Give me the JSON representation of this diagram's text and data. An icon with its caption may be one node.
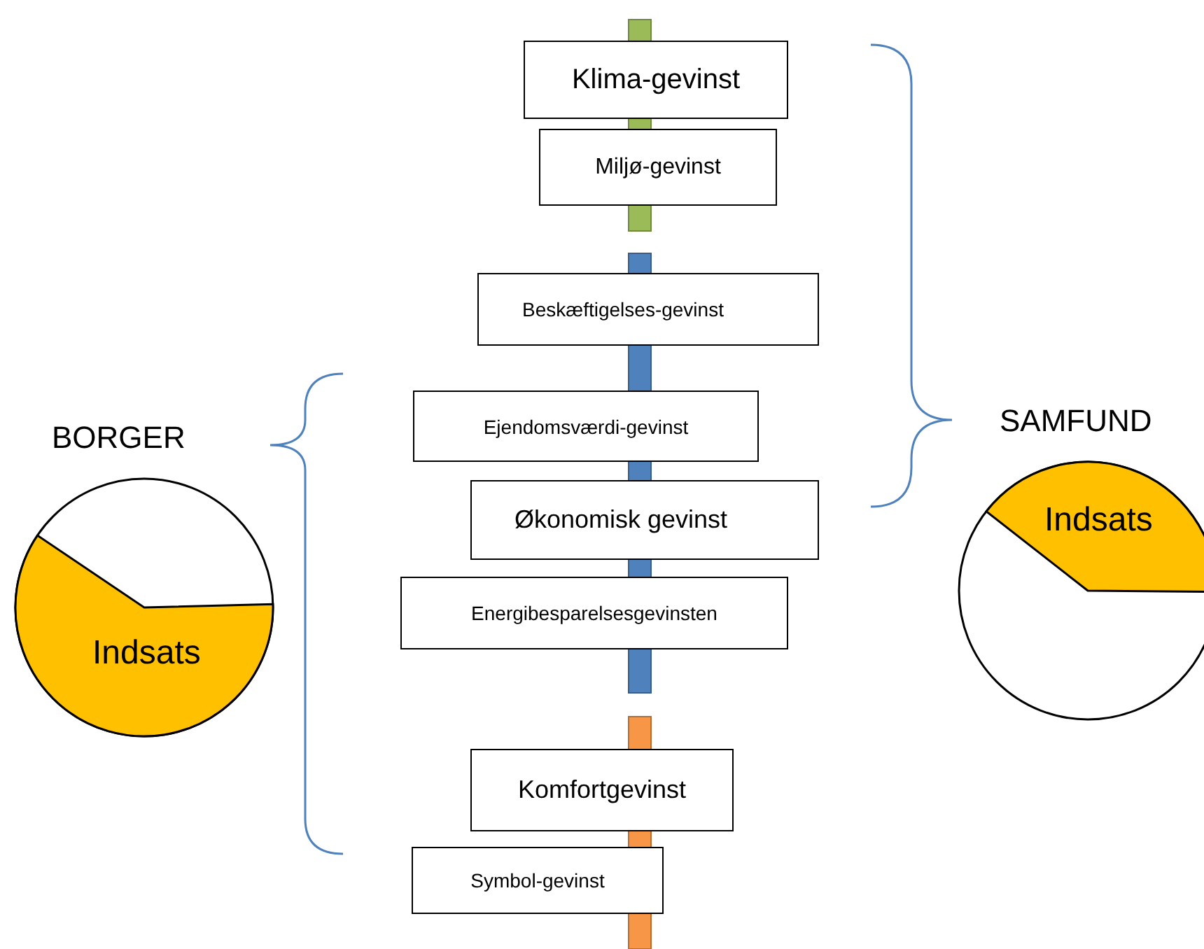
{
  "diagram": {
    "nodes": [
      {
        "text": [
          "Klima-gevinst"
        ]
      },
      {
        "text": [
          "Miljø-gevinst"
        ]
      },
      {
        "text": [
          "Beskæftigelses-gevinst"
        ]
      },
      {
        "text": [
          "Ejendomsværdi-gevinst"
        ]
      },
      {
        "text": [
          "Økonomisk gevinst"
        ]
      },
      {
        "text": [
          "Energibesparelsesgevinsten"
        ]
      },
      {
        "text": [
          "Komfortgevinst"
        ]
      },
      {
        "text": [
          "Symbol-gevinst"
        ]
      },
      {
        "text": [
          "BORGER",
          "Indsats"
        ]
      },
      {
        "text": [
          "SAMFUND",
          "Indsats"
        ]
      },
      {
        "text": [],
        "shape": "bar"
      },
      {
        "text": [],
        "shape": "bar"
      },
      {
        "text": [],
        "shape": "bar"
      }
    ]
  }
}
